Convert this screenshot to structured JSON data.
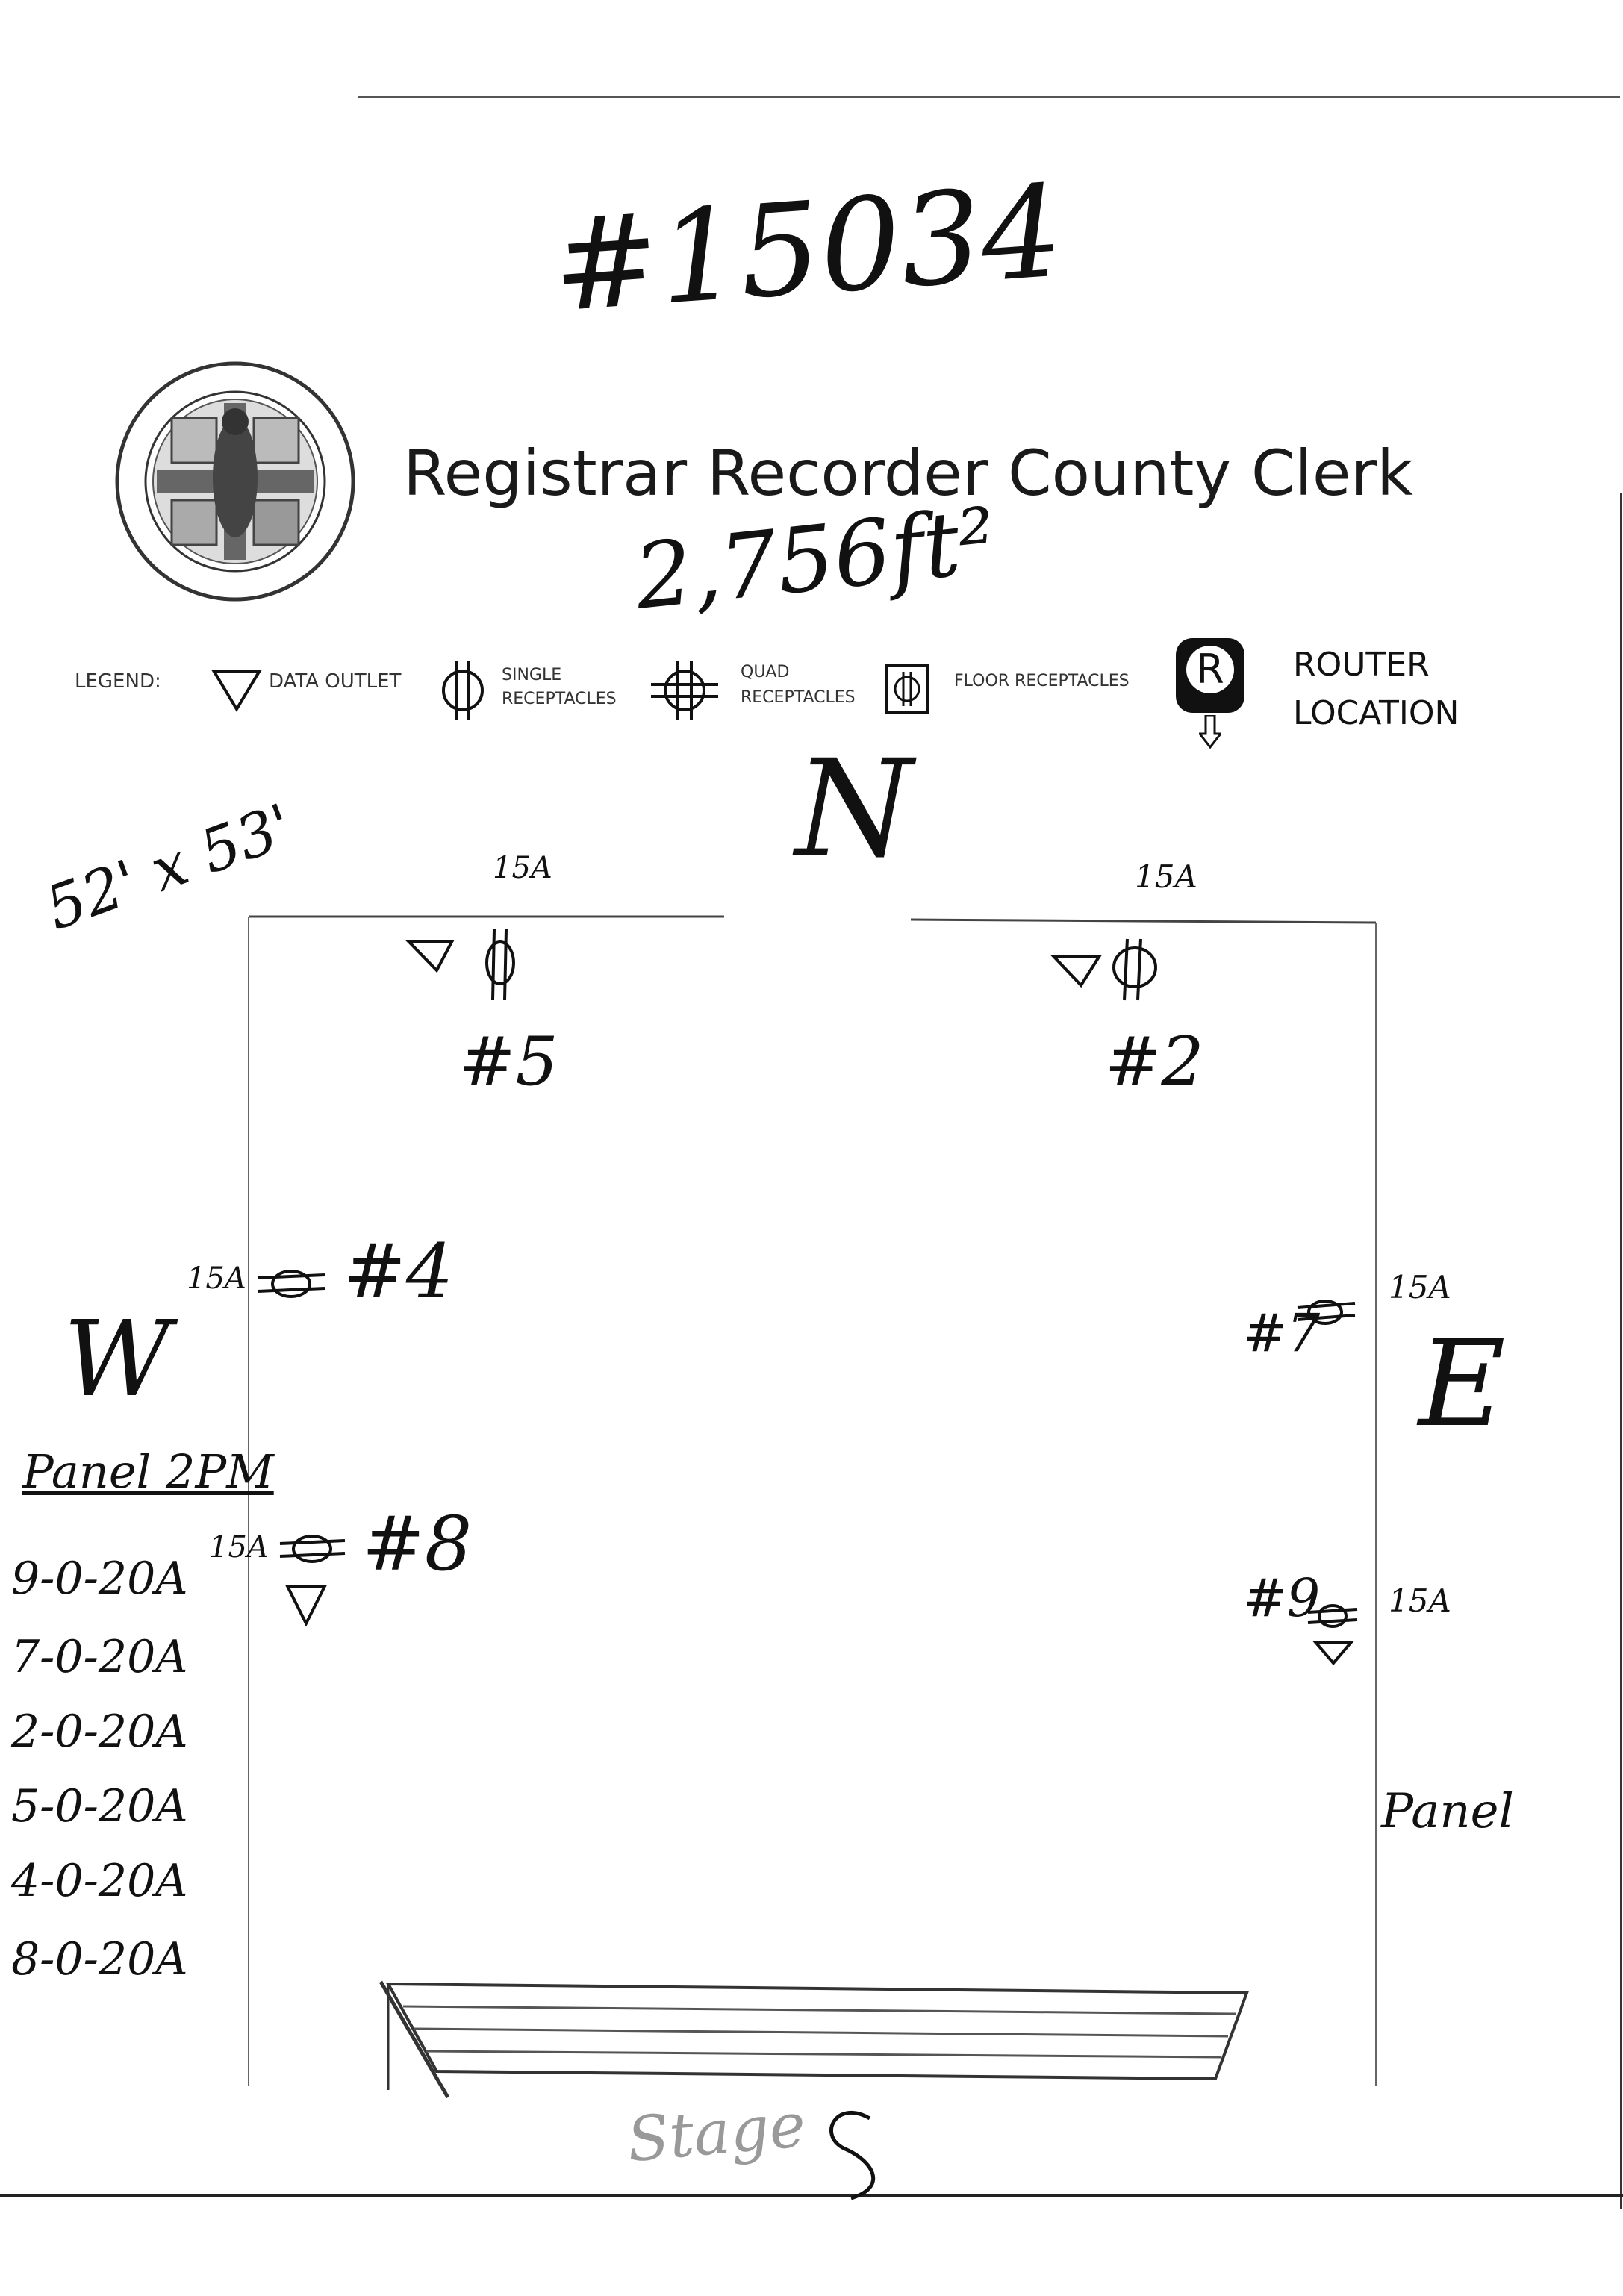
{
  "handwritten": {
    "ticket_number": "#15034",
    "area": "2,756ft²",
    "dimensions": "52' x 53'",
    "north": "N",
    "south": "S",
    "west": "W",
    "east": "E",
    "stage_label": "Stage",
    "panel_east": "Panel",
    "panel_list_title": "Panel 2PM",
    "panel_list": [
      "9-0-20A",
      "7-0-20A",
      "2-0-20A",
      "5-0-20A",
      "4-0-20A",
      "8-0-20A"
    ],
    "outlets": [
      {
        "id": "#5",
        "amp": "15A"
      },
      {
        "id": "#2",
        "amp": "15A"
      },
      {
        "id": "#4",
        "amp": "15A"
      },
      {
        "id": "#7",
        "amp": "15A"
      },
      {
        "id": "#8",
        "amp": "15A"
      },
      {
        "id": "#9",
        "amp": "15A"
      }
    ]
  },
  "header": {
    "title": "Registrar Recorder County Clerk"
  },
  "legend": {
    "label": "LEGEND:",
    "data_outlet": "DATA OUTLET",
    "single_line1": "SINGLE",
    "single_line2": "RECEPTACLES",
    "quad_line1": "QUAD",
    "quad_line2": "RECEPTACLES",
    "floor": "FLOOR RECEPTACLES",
    "router_badge": "R",
    "router_line1": "ROUTER",
    "router_line2": "LOCATION"
  },
  "icons": [
    "county-seal-icon",
    "data-outlet-icon",
    "single-receptacle-icon",
    "quad-receptacle-icon",
    "floor-receptacle-icon",
    "router-location-icon"
  ]
}
